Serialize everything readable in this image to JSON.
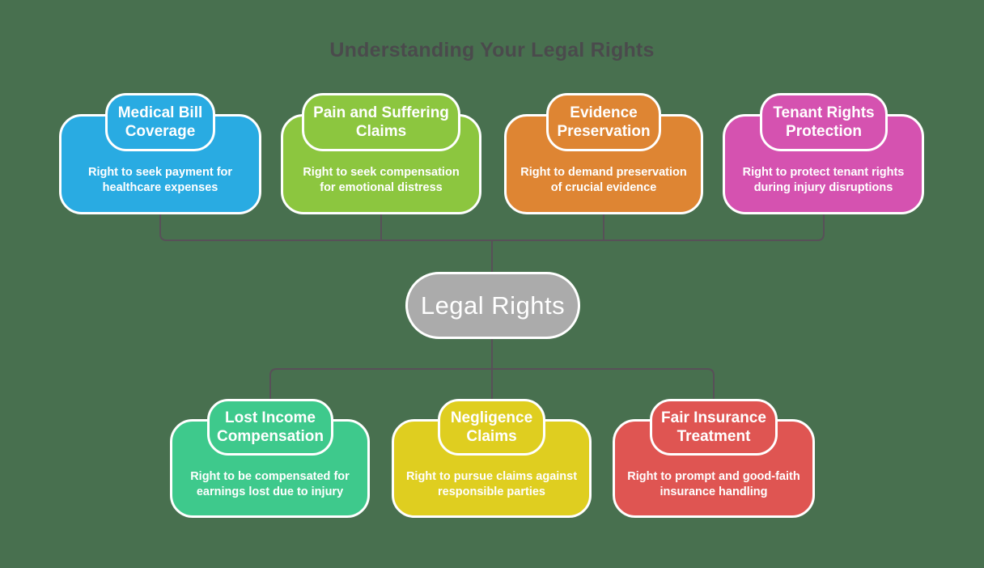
{
  "title": "Understanding Your Legal Rights",
  "center_node": {
    "label": "Legal Rights",
    "color": "#ABABAB"
  },
  "top_nodes": [
    {
      "title": "Medical Bill Coverage",
      "description": "Right to seek payment for healthcare expenses",
      "color": "#29ABE2"
    },
    {
      "title": "Pain and Suffering Claims",
      "description": "Right to seek compensation for emotional distress",
      "color": "#8CC63F"
    },
    {
      "title": "Evidence Preservation",
      "description": "Right to demand preservation of crucial evidence",
      "color": "#DE8533"
    },
    {
      "title": "Tenant Rights Protection",
      "description": "Right to protect tenant rights during injury disruptions",
      "color": "#D552B0"
    }
  ],
  "bottom_nodes": [
    {
      "title": "Lost Income Compensation",
      "description": "Right to be compensated for earnings lost due to injury",
      "color": "#3EC98C"
    },
    {
      "title": "Negligence Claims",
      "description": "Right to pursue claims against responsible parties",
      "color": "#DFCE20"
    },
    {
      "title": "Fair Insurance Treatment",
      "description": "Right to prompt and good-faith insurance handling",
      "color": "#DF5552"
    }
  ],
  "colors": {
    "background": "#48704F",
    "connector": "#585058",
    "title_text": "#4A4A4C",
    "node_text": "#FFFFFF",
    "node_border": "#FFFFFF"
  }
}
